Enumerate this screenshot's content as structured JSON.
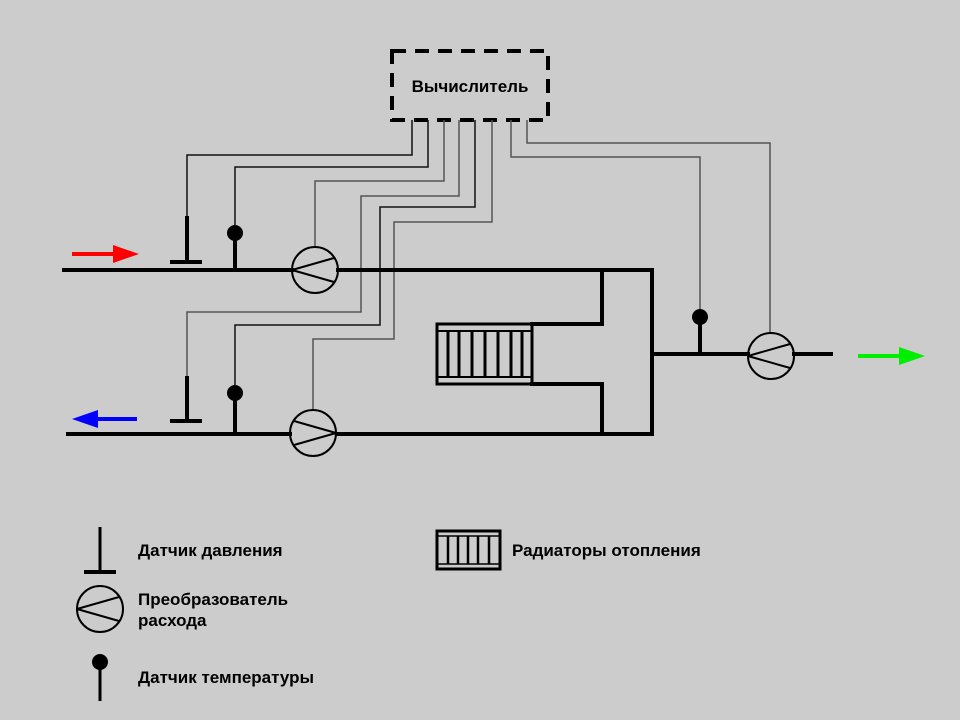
{
  "diagram": {
    "computer": {
      "label": "Вычислитель"
    },
    "flows": {
      "supply_arrow": {
        "direction": "right",
        "color": "#ff0000",
        "meaning": "supply-inlet"
      },
      "return_arrow": {
        "direction": "left",
        "color": "#0000ff",
        "meaning": "return-outlet"
      },
      "outlet_arrow": {
        "direction": "right",
        "color": "#00ee00",
        "meaning": "outlet"
      }
    },
    "legend": {
      "pressure_sensor": "Датчик давления",
      "flow_converter_line1": "Преобразователь",
      "flow_converter_line2": "расхода",
      "temperature_sensor": "Датчик температуры",
      "radiators": "Радиаторы отопления"
    }
  }
}
